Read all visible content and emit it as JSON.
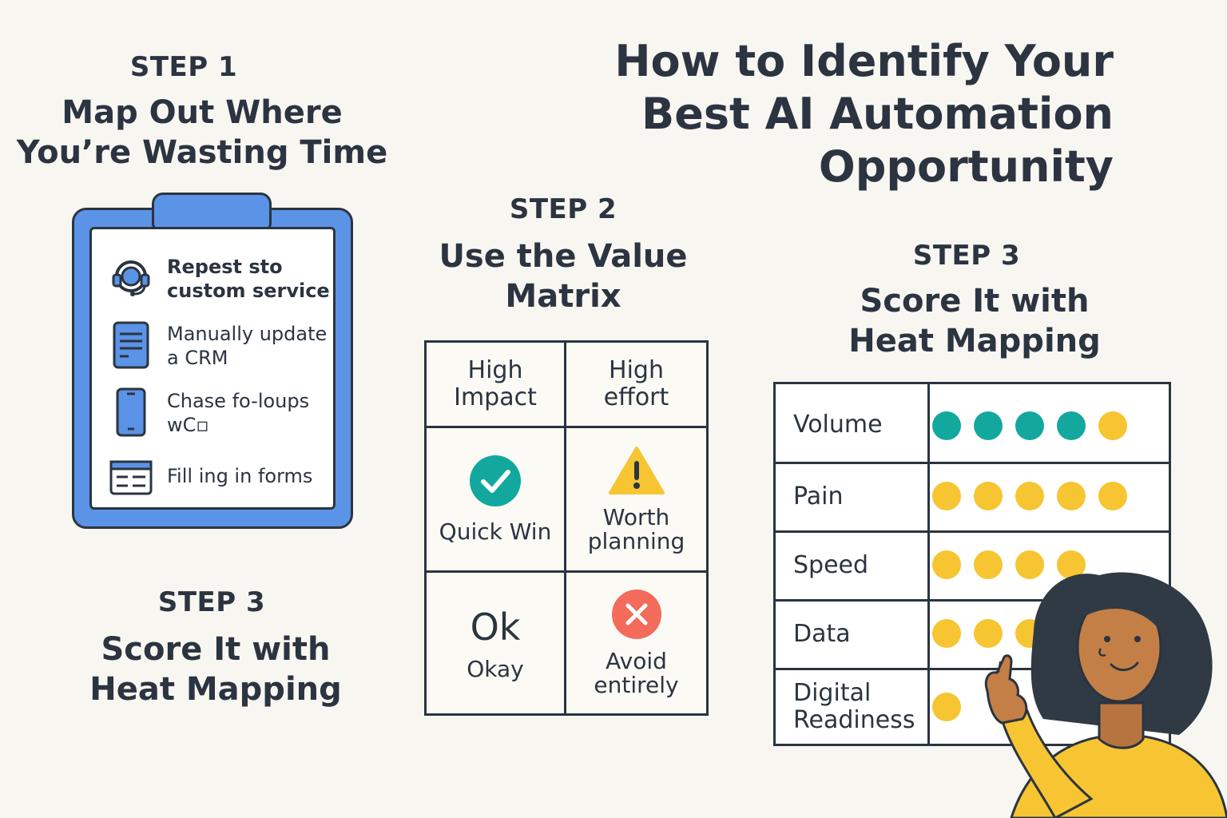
{
  "title": "How to Identify Your Best AI Automation Opportunity",
  "step1": {
    "label": "STEP 1",
    "title": "Map Out Where You’re Wasting Time",
    "items": [
      {
        "icon": "headset-icon",
        "text": "Repest sto custom service"
      },
      {
        "icon": "document-icon",
        "text": "Manually update a CRM"
      },
      {
        "icon": "phone-icon",
        "text": "Chase fo-loups wC▫"
      },
      {
        "icon": "form-icon",
        "text": "Fill ing in forms"
      }
    ]
  },
  "step2": {
    "label": "STEP 2",
    "title": "Use the Value Matrix",
    "matrix": {
      "header_left": "High Impact",
      "header_right": "High effort",
      "quick_win": "Quick Win",
      "worth_planning": "Worth planning",
      "ok_big": "Ok",
      "okay": "Okay",
      "avoid": "Avoid entirely"
    }
  },
  "step3": {
    "label": "STEP 3",
    "title": "Score It with Heat Mapping",
    "rows": [
      {
        "label": "Volume",
        "dots": [
          "teal",
          "teal",
          "teal",
          "teal",
          "yellow"
        ]
      },
      {
        "label": "Pain",
        "dots": [
          "yellow",
          "yellow",
          "yellow",
          "yellow",
          "yellow"
        ]
      },
      {
        "label": "Speed",
        "dots": [
          "yellow",
          "yellow",
          "yellow",
          "yellow"
        ]
      },
      {
        "label": "Data",
        "dots": [
          "yellow",
          "yellow",
          "yellow"
        ]
      },
      {
        "label": "Digital Readiness",
        "dots": [
          "yellow"
        ]
      }
    ]
  },
  "step3_repeat": {
    "label": "STEP 3",
    "title": "Score It with Heat Mapping"
  },
  "colors": {
    "background": "#f7f6f1",
    "clipboard": "#5b93e6",
    "teal": "#13a89e",
    "yellow": "#f6c531",
    "check": "#13a89e",
    "warning": "#f6c531",
    "avoid": "#f26b5b",
    "ink": "#2b3440"
  }
}
